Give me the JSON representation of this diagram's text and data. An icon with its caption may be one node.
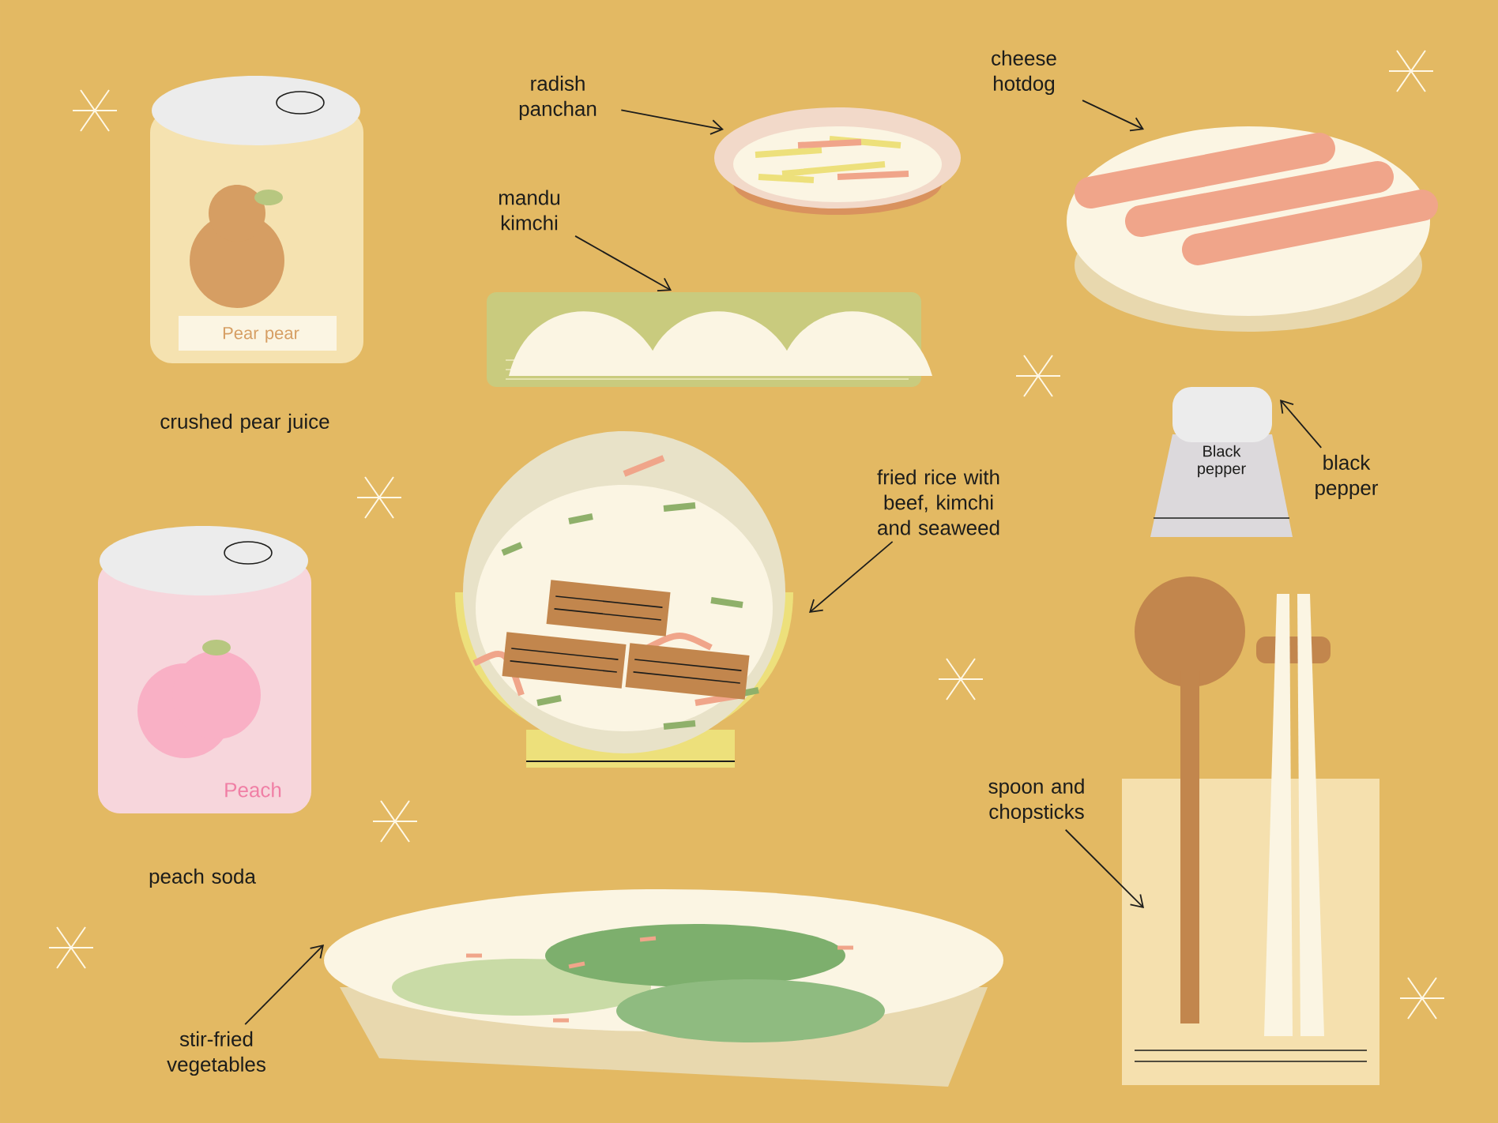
{
  "diagram": {
    "nodes": [
      {
        "text": [
          "radish panchan"
        ]
      },
      {
        "text": [],
        "shape": "picture"
      },
      {
        "text": [
          "cheese hotdog"
        ]
      },
      {
        "text": [],
        "shape": "picture"
      },
      {
        "text": [
          "mandu kimchi"
        ]
      },
      {
        "text": [],
        "shape": "picture"
      },
      {
        "text": [
          "Black pepper"
        ]
      },
      {
        "text": [
          "black pepper"
        ]
      },
      {
        "text": [
          "fried rice with beef, kimchi and seaweed"
        ]
      },
      {
        "text": [],
        "shape": "picture"
      },
      {
        "text": [
          "spoon and chopsticks"
        ]
      },
      {
        "text": [],
        "shape": "picture"
      },
      {
        "text": [
          "stir-fried vegetables"
        ]
      },
      {
        "text": [],
        "shape": "picture"
      }
    ],
    "edges": [
      {
        "from": 0,
        "to": 1,
        "arrow": "to"
      },
      {
        "from": 2,
        "to": 3,
        "arrow": "to"
      },
      {
        "from": 4,
        "to": 5,
        "arrow": "to"
      },
      {
        "from": 7,
        "to": 6,
        "arrow": "to"
      },
      {
        "from": 8,
        "to": 9,
        "arrow": "to"
      },
      {
        "from": 10,
        "to": 11,
        "arrow": "to"
      },
      {
        "from": 12,
        "to": 13,
        "arrow": "to"
      }
    ],
    "labels": [
      "Pear pear",
      "crushed pear juice",
      "Peach",
      "peach soda"
    ]
  }
}
